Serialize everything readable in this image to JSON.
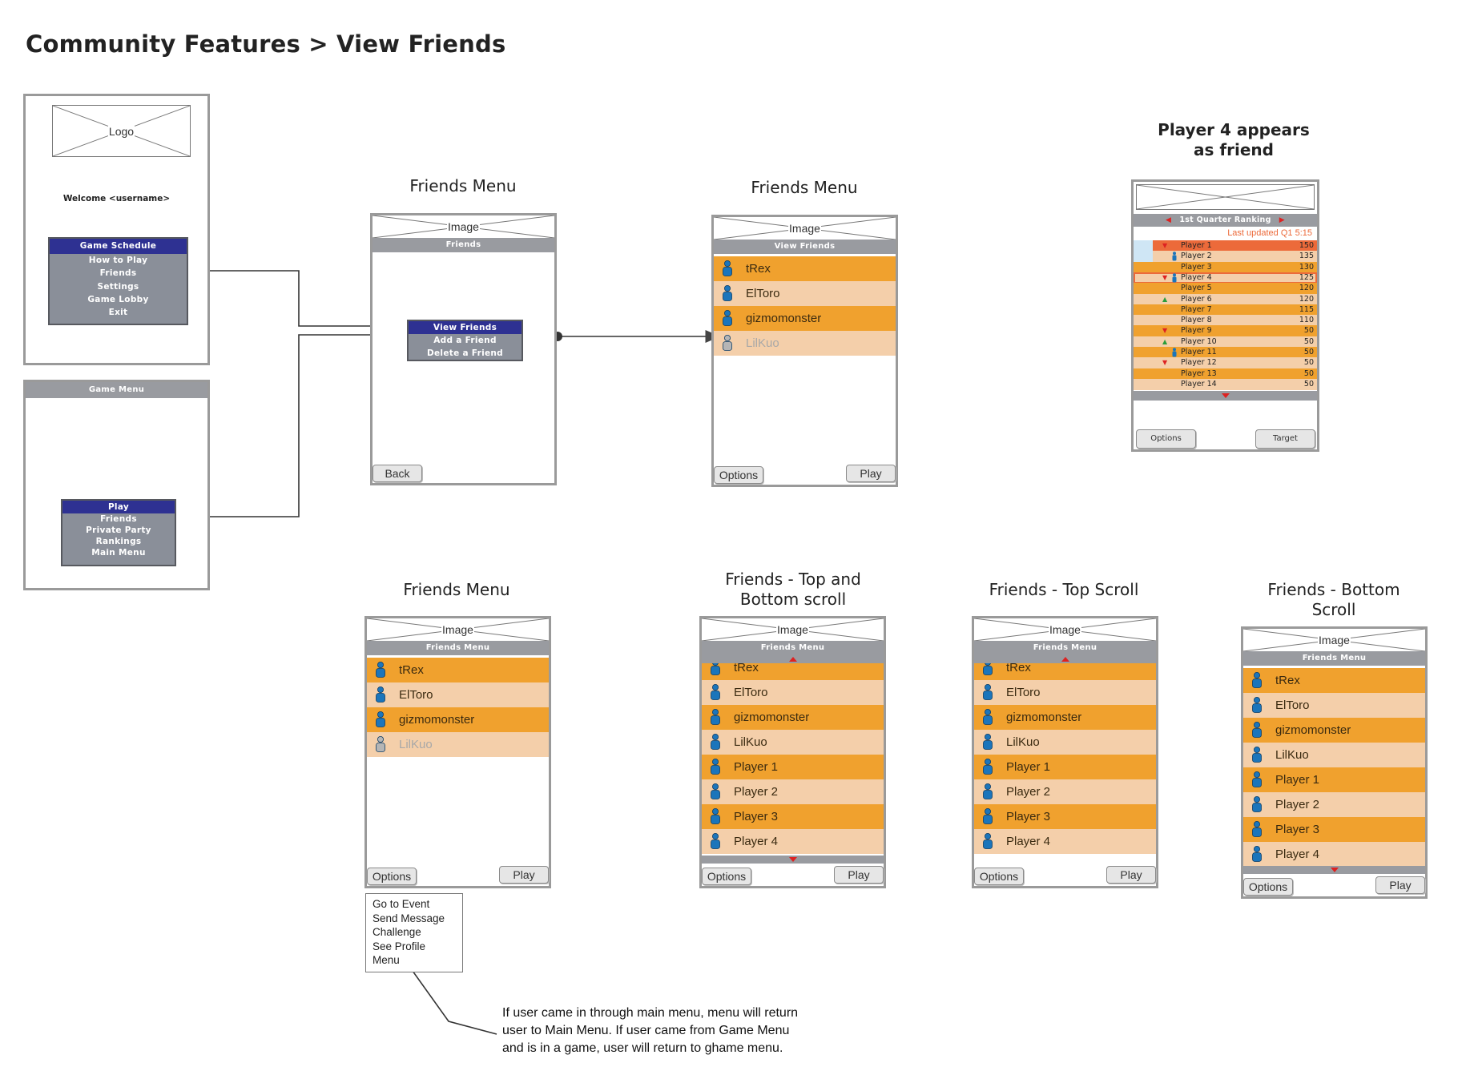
{
  "title": "Community Features > View Friends",
  "main_screen": {
    "logo_label": "Logo",
    "welcome": "Welcome <username>",
    "menu": [
      "Game Schedule",
      "How to Play",
      "Friends",
      "Settings",
      "Game Lobby",
      "Exit"
    ]
  },
  "game_menu_screen": {
    "header": "Game Menu",
    "menu": [
      "Play",
      "Friends",
      "Private Party",
      "Rankings",
      "Main Menu"
    ]
  },
  "screen_friends_menu": {
    "caption": "Friends Menu",
    "image_label": "Image",
    "header": "Friends",
    "menu": [
      "View Friends",
      "Add a Friend",
      "Delete a Friend"
    ],
    "back_label": "Back"
  },
  "screen_view_friends": {
    "caption": "Friends Menu",
    "image_label": "Image",
    "header": "View Friends",
    "friends": [
      "tRex",
      "ElToro",
      "gizmomonster",
      "LilKuo"
    ],
    "options_label": "Options",
    "play_label": "Play"
  },
  "screen_ranking": {
    "caption_line1": "Player 4 appears",
    "caption_line2": "as friend",
    "header": "1st Quarter Ranking",
    "updated": "Last updated Q1 5:15",
    "rows": [
      {
        "name": "Player 1",
        "score": "150"
      },
      {
        "name": "Player 2",
        "score": "135"
      },
      {
        "name": "Player 3",
        "score": "130"
      },
      {
        "name": "Player 4",
        "score": "125"
      },
      {
        "name": "Player 5",
        "score": "120"
      },
      {
        "name": "Player 6",
        "score": "120"
      },
      {
        "name": "Player 7",
        "score": "115"
      },
      {
        "name": "Player 8",
        "score": "110"
      },
      {
        "name": "Player 9",
        "score": "50"
      },
      {
        "name": "Player 10",
        "score": "50"
      },
      {
        "name": "Player 11",
        "score": "50"
      },
      {
        "name": "Player 12",
        "score": "50"
      },
      {
        "name": "Player 13",
        "score": "50"
      },
      {
        "name": "Player 14",
        "score": "50"
      }
    ],
    "options_label": "Options",
    "target_label": "Target"
  },
  "screen_friends_options": {
    "caption": "Friends Menu",
    "image_label": "Image",
    "header": "Friends Menu",
    "friends": [
      "tRex",
      "ElToro",
      "gizmomonster",
      "LilKuo"
    ],
    "options_label": "Options",
    "play_label": "Play",
    "popup": [
      "Go to Event",
      "Send Message",
      "Challenge",
      "See Profile",
      "Menu"
    ]
  },
  "screen_top_bottom": {
    "caption_line1": "Friends - Top and",
    "caption_line2": "Bottom scroll",
    "image_label": "Image",
    "header": "Friends Menu",
    "friends": [
      "tRex",
      "ElToro",
      "gizmomonster",
      "LilKuo",
      "Player 1",
      "Player 2",
      "Player 3",
      "Player 4"
    ],
    "options_label": "Options",
    "play_label": "Play"
  },
  "screen_top": {
    "caption": "Friends - Top Scroll",
    "image_label": "Image",
    "header": "Friends Menu",
    "friends": [
      "tRex",
      "ElToro",
      "gizmomonster",
      "LilKuo",
      "Player 1",
      "Player 2",
      "Player 3",
      "Player 4"
    ],
    "options_label": "Options",
    "play_label": "Play"
  },
  "screen_bottom": {
    "caption_line1": "Friends - Bottom",
    "caption_line2": "Scroll",
    "image_label": "Image",
    "header": "Friends Menu",
    "friends": [
      "tRex",
      "ElToro",
      "gizmomonster",
      "LilKuo",
      "Player 1",
      "Player 2",
      "Player 3",
      "Player 4"
    ],
    "options_label": "Options",
    "play_label": "Play"
  },
  "note": [
    "If user came in through main menu, menu will return",
    "user to Main Menu.  If user came from Game Menu",
    "and is in a game, user will return to ghame menu."
  ],
  "colors": {
    "row_dark": "#f0a12e",
    "row_light": "#f4cfaa",
    "menu_selected": "#2e3192",
    "bar_gray": "#999ba0",
    "highlight_red": "#ec6a3a",
    "person_icon": "#1b75bb"
  }
}
